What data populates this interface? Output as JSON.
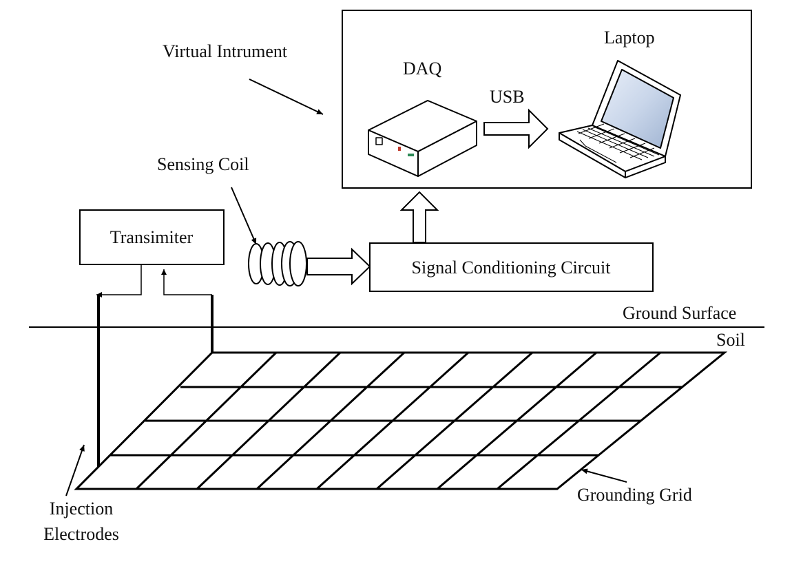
{
  "labels": {
    "virtual_instrument": "Virtual Intrument",
    "laptop": "Laptop",
    "daq": "DAQ",
    "usb": "USB",
    "sensing_coil": "Sensing Coil",
    "transmitter": "Transimiter",
    "signal_conditioning": "Signal Conditioning Circuit",
    "ground_surface": "Ground Surface",
    "soil": "Soil",
    "injection_line1": "Injection",
    "injection_line2": "Electrodes",
    "grounding_grid": "Grounding Grid"
  },
  "colors": {
    "stroke": "#000000",
    "screen": "#c9d6ea",
    "led_red": "#c0392b",
    "led_green": "#2e8b57"
  },
  "grounding_grid": {
    "rows": 4,
    "columns": 8
  }
}
